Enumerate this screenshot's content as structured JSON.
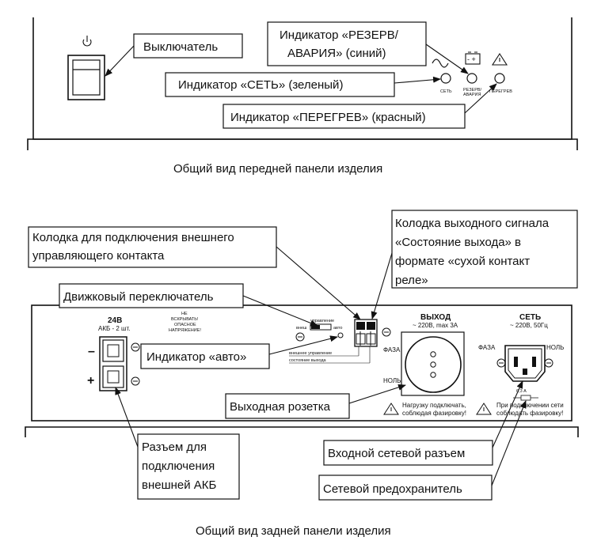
{
  "front_panel": {
    "caption": "Общий вид передней панели изделия",
    "callouts": {
      "switch": "Выключатель",
      "reserve_line1": "Индикатор «РЕЗЕРВ/",
      "reserve_line2": "АВАРИЯ» (синий)",
      "mains": "Индикатор «СЕТЬ» (зеленый)",
      "overheat": "Индикатор «ПЕРЕГРЕВ» (красный)"
    },
    "led_labels": {
      "mains": "СЕТЬ",
      "reserve_line1": "РЕЗЕРВ/",
      "reserve_line2": "АВАРИЯ",
      "overheat": "ПЕРЕГРЕВ"
    },
    "icons": [
      "power-icon",
      "ac-sine-icon",
      "battery-icon",
      "warning-icon"
    ]
  },
  "rear_panel": {
    "caption": "Общий вид задней панели изделия",
    "callouts": {
      "ext_contact_line1": "Колодка для подключения внешнего",
      "ext_contact_line2": "управляющего контакта",
      "output_signal_line1": "Колодка выходного сигнала",
      "output_signal_line2": "«Состояние выхода» в",
      "output_signal_line3": "формате «сухой контакт",
      "output_signal_line4": "реле»",
      "slide_switch": "Движковый переключатель",
      "auto_indicator": "Индикатор «авто»",
      "battery_conn_line1": "Разъем для",
      "battery_conn_line2": "подключения",
      "battery_conn_line3": "внешней АКБ",
      "output_socket": "Выходная розетка",
      "mains_input": "Входной сетевой разъем",
      "fuse": "Сетевой предохранитель"
    },
    "battery": {
      "title": "24В",
      "subtitle": "АКБ - 2 шт.",
      "minus": "–",
      "plus": "+"
    },
    "warning_text": [
      "НЕ",
      "ВСКРЫВАТЬ!",
      "ОПАСНОЕ",
      "НАПРЯЖЕНИЕ!"
    ],
    "control": {
      "label": "управление",
      "ext": "внеш",
      "auto": "авто",
      "ext_control": "внешнее управление",
      "output_state": "состояние выхода"
    },
    "output": {
      "title": "ВЫХОД",
      "rating": "~ 220В, max 3А",
      "phase": "ФАЗА",
      "neutral": "НОЛЬ",
      "note_line1": "Нагрузку подключать,",
      "note_line2": "соблюдая фазировку!"
    },
    "mains": {
      "title": "СЕТЬ",
      "rating": "~ 220В, 50Гц",
      "phase": "ФАЗА",
      "neutral": "НОЛЬ",
      "fuse_rating": "6,3 А",
      "note_line1": "При подключении сети",
      "note_line2": "соблюдать фазировку!"
    }
  }
}
